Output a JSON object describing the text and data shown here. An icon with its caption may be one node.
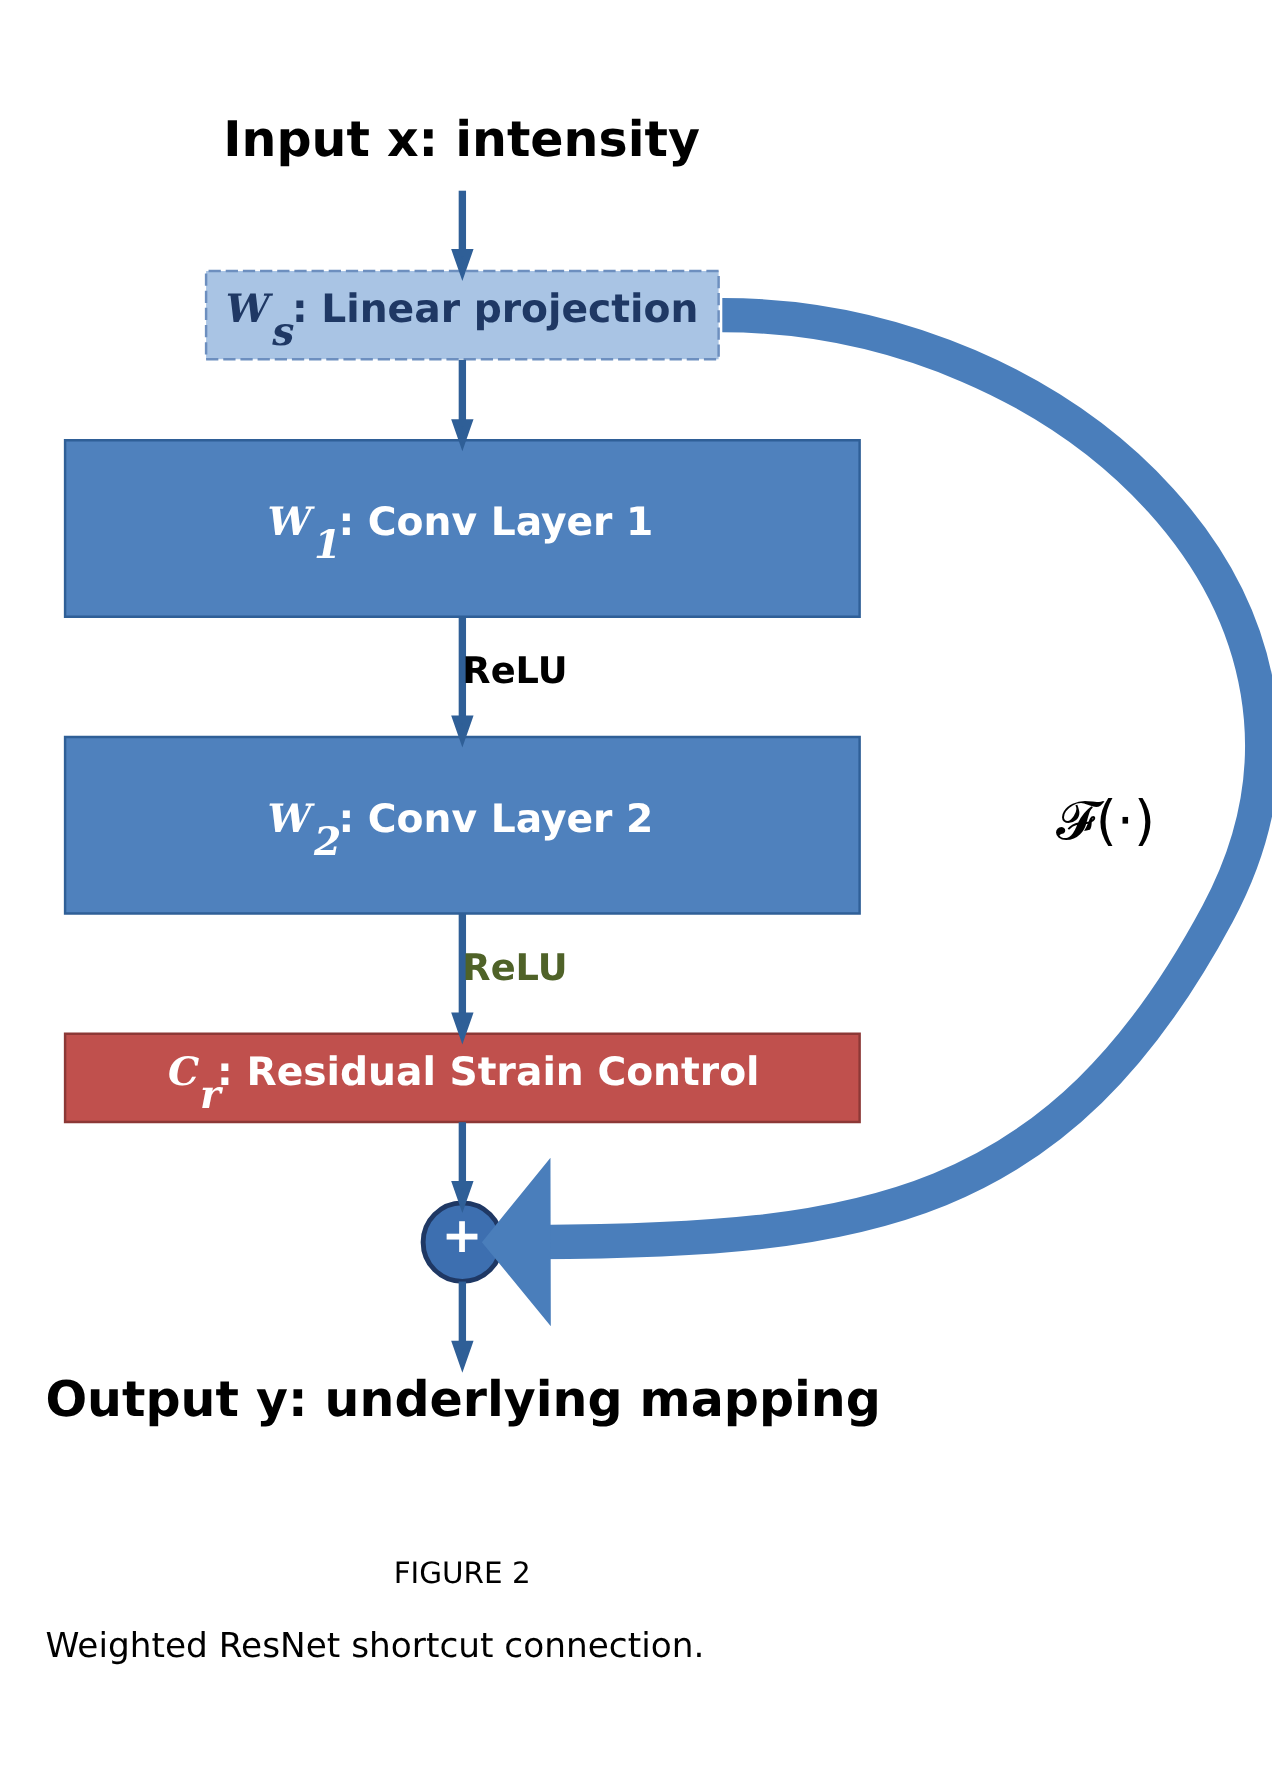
{
  "diagram": {
    "caption": "Weighted ResNet shortcut connection.",
    "nodes": [
      {
        "text": [
          "Input x: intensity"
        ]
      },
      {
        "text": [
          "*W*$_{s}$: Linear projection"
        ]
      },
      {
        "text": [
          "*W*$_{1}$: Conv Layer 1"
        ]
      },
      {
        "text": [
          "*W*$_{2}$: Conv Layer 2"
        ]
      },
      {
        "text": [
          "*C*$_{r}$: Residual Strain Control"
        ]
      },
      {
        "text": [
          "+"
        ]
      },
      {
        "text": [
          "Output y: underlying mapping"
        ]
      }
    ],
    "edges": [
      {
        "from": 0,
        "to": 1,
        "arrow": "to"
      },
      {
        "from": 1,
        "to": 2,
        "arrow": "to"
      },
      {
        "from": 2,
        "to": 3,
        "arrow": "to",
        "label": "ReLU"
      },
      {
        "from": 3,
        "to": 4,
        "arrow": "to",
        "label": "ReLU"
      },
      {
        "from": 4,
        "to": 5,
        "arrow": "to"
      },
      {
        "from": 5,
        "to": 6,
        "arrow": "to"
      },
      {
        "from": 1,
        "to": 5,
        "arrow": "to",
        "style": "thick",
        "color": "#4a7ebb"
      }
    ],
    "labels": [
      "𝓕(·)",
      "FIGURE 2"
    ]
  }
}
